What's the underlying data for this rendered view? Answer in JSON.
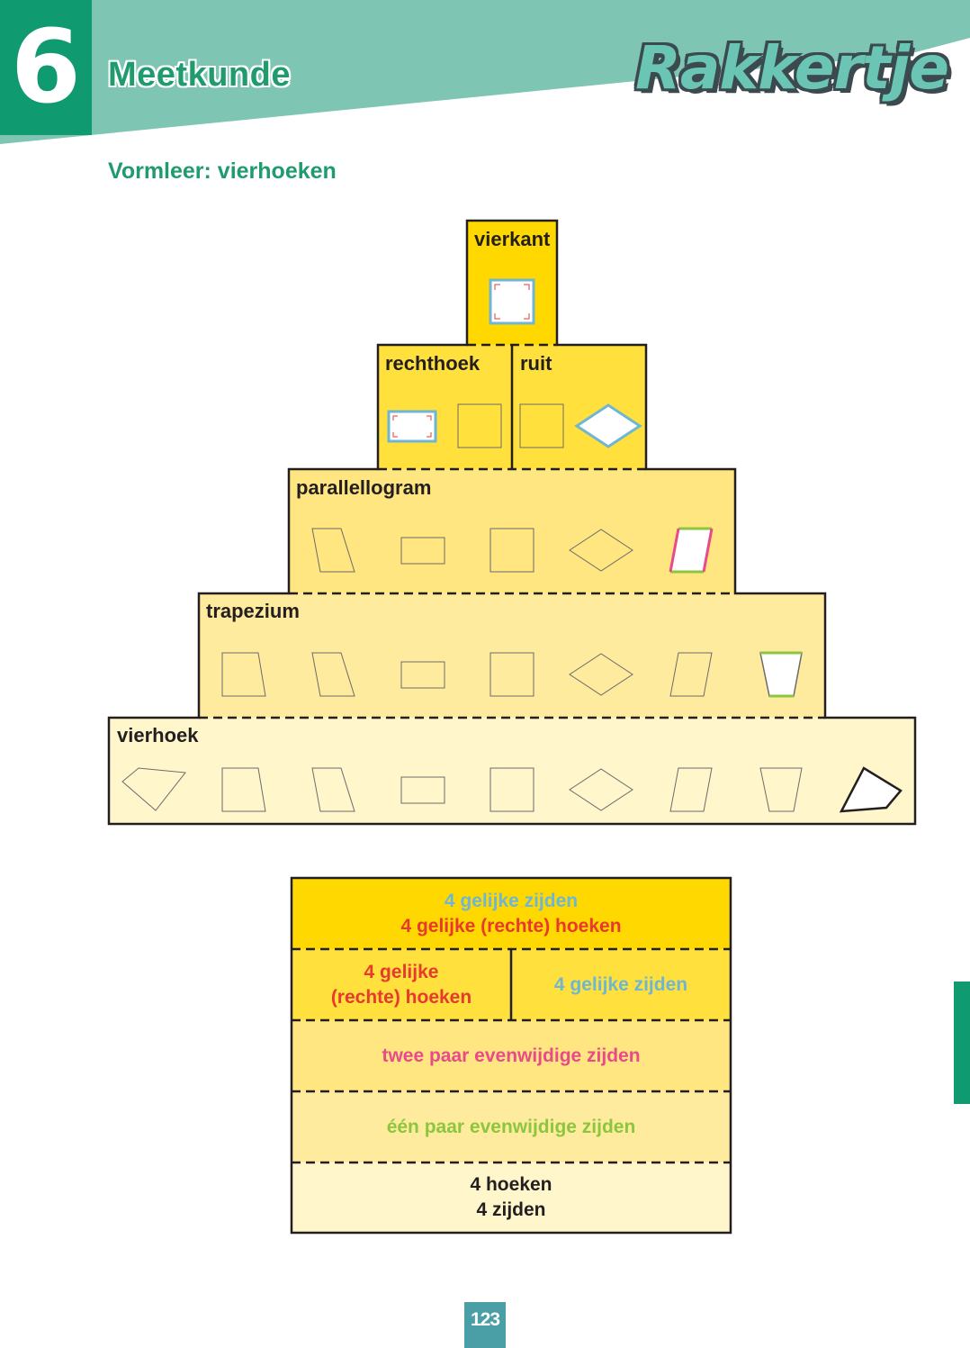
{
  "header": {
    "chapter_number": "6",
    "chapter_title": "Meetkunde",
    "logo_text": "Rakkertje",
    "colors": {
      "band": "#7ec5b3",
      "chapter_block": "#0f9a70",
      "title": "#1f9b6e"
    }
  },
  "section_title": "Vormleer: vierhoeken",
  "pyramid": {
    "levels": [
      {
        "label": "vierkant",
        "fill": "#ffd800"
      },
      {
        "label": "rechthoek",
        "fill": "#ffe03c"
      },
      {
        "label": "ruit",
        "fill": "#ffe03c"
      },
      {
        "label": "parallellogram",
        "fill": "#ffe680"
      },
      {
        "label": "trapezium",
        "fill": "#ffeb9e"
      },
      {
        "label": "vierhoek",
        "fill": "#fff6cc"
      }
    ],
    "shape_icons": [
      "kite-icon",
      "trapezoid-icon",
      "parallelogram-icon",
      "rectangle-icon",
      "square-icon",
      "rhombus-icon",
      "slanted-parallelogram-icon",
      "inverted-trapezoid-icon",
      "irregular-quadrilateral-icon"
    ]
  },
  "properties": {
    "square": {
      "line1": "4 gelijke zijden",
      "line2": "4 gelijke (rechte) hoeken"
    },
    "rectangle": {
      "line1": "4 gelijke",
      "line2": "(rechte) hoeken"
    },
    "rhombus": "4 gelijke zijden",
    "parallelogram": "twee paar evenwijdige zijden",
    "trapezium": "één paar evenwijdige zijden",
    "quadrilateral": {
      "line1": "4 hoeken",
      "line2": "4 zijden"
    },
    "colors": {
      "sides": "#6fb6d4",
      "angles": "#e8392e",
      "two_pairs": "#e84a8a",
      "one_pair": "#8cc63f",
      "text": "#231f20"
    }
  },
  "page_number": "123"
}
